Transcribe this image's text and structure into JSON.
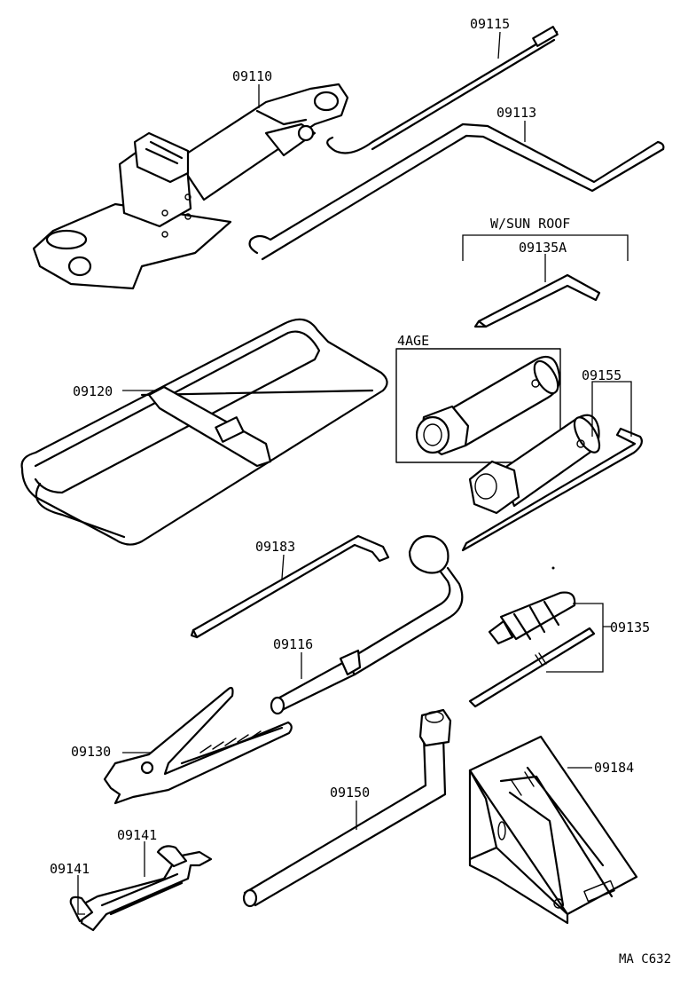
{
  "labels": {
    "p09115": "09115",
    "p09110": "09110",
    "p09113": "09113",
    "sunroof": "W/SUN ROOF",
    "p09135a": "09135A",
    "engine": "4AGE",
    "p09120": "09120",
    "p09155": "09155",
    "p09183": "09183",
    "p09135": "09135",
    "p09116": "09116",
    "p09130": "09130",
    "p09184": "09184",
    "p09150": "09150",
    "p09141_a": "09141",
    "p09141_b": "09141",
    "ref": "MA C632"
  }
}
